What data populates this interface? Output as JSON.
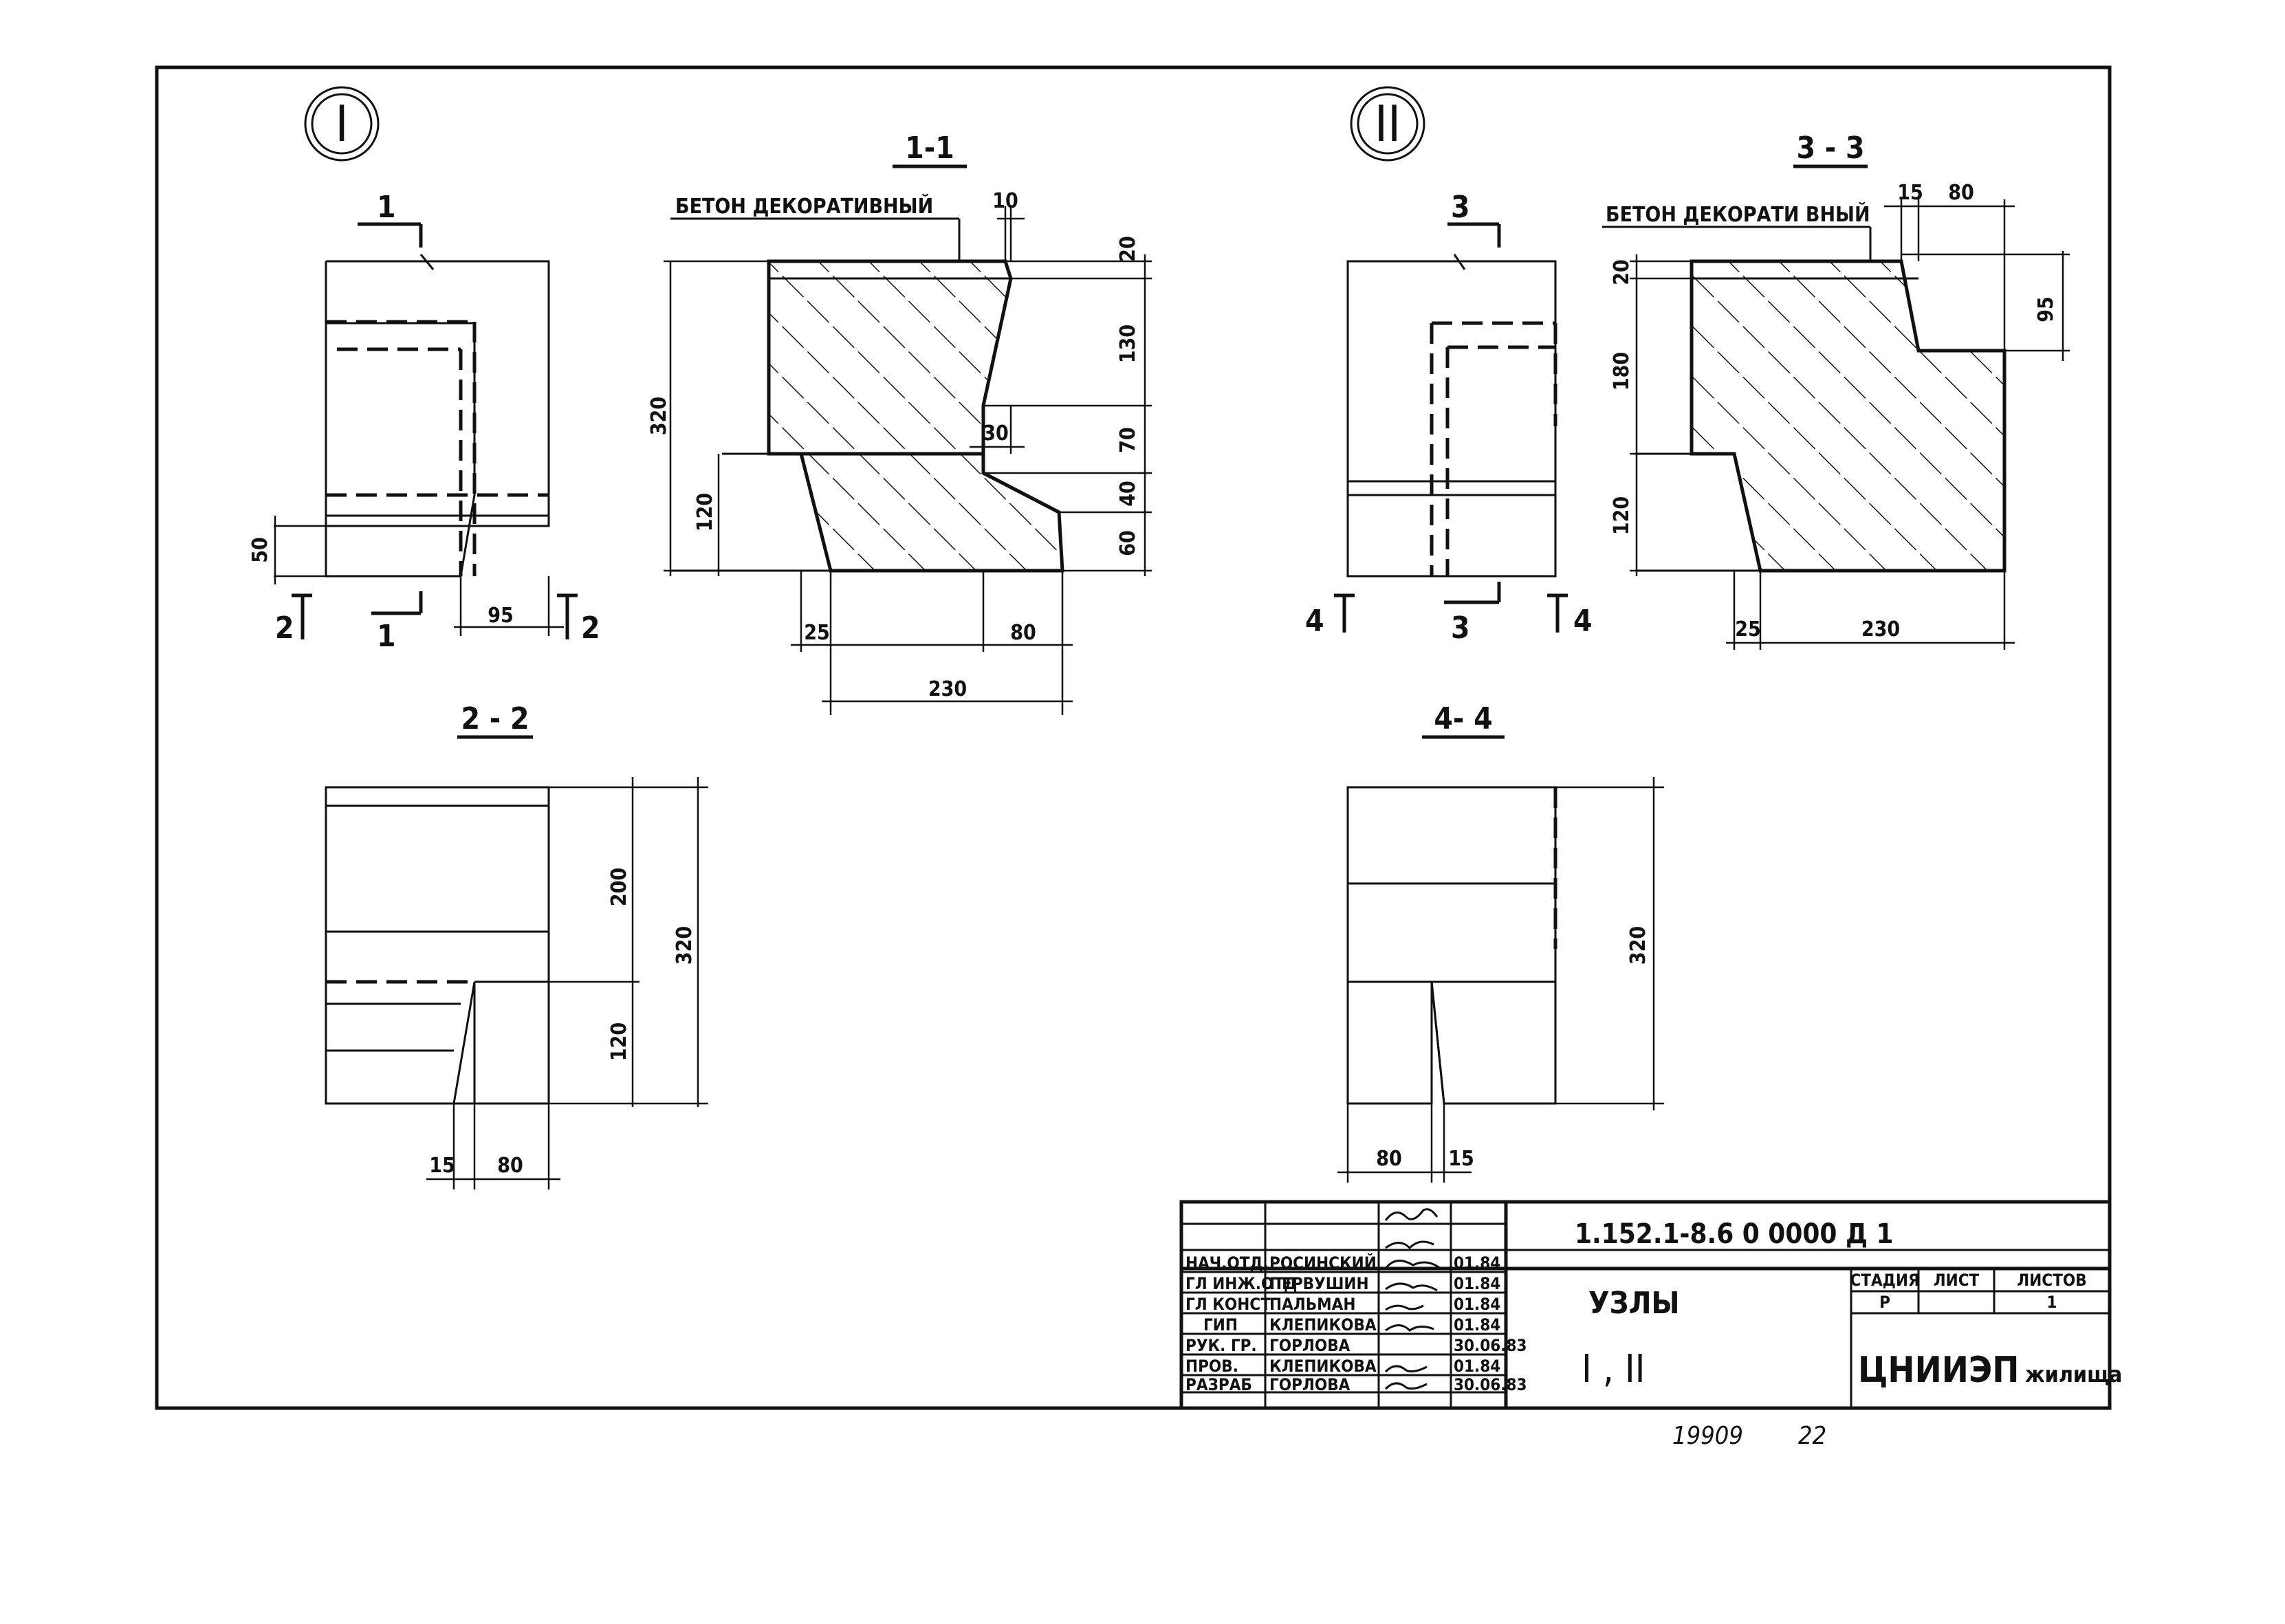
{
  "nodes": {
    "node1": "I",
    "node2": "II"
  },
  "sections": {
    "s11": "1-1",
    "s22": "2 - 2",
    "s33": "3 - 3",
    "s44": "4- 4"
  },
  "cuts": {
    "c1": "1",
    "c2": "2",
    "c3": "3",
    "c4": "4"
  },
  "material_label_1": "БЕТОН ДЕКОРАТИВНЫЙ",
  "material_label_2": "БЕТОН ДЕКОРАТИ ВНЫЙ",
  "dims": {
    "d50": "50",
    "d95": "95",
    "d320": "320",
    "d120": "120",
    "d20": "20",
    "d10": "10",
    "d130": "130",
    "d30": "30",
    "d70": "70",
    "d40": "40",
    "d60": "60",
    "d25": "25",
    "d80": "80",
    "d230": "230",
    "d15": "15",
    "d180": "180",
    "d200": "200"
  },
  "title_block": {
    "doc_code": "1.152.1-8.6 0 0000 Д 1",
    "title_line1": "УЗЛЫ",
    "title_line2": "I , II",
    "stage_header": "СТАДИЯ",
    "sheet_header": "ЛИСТ",
    "sheets_header": "ЛИСТОВ",
    "stage_value": "Р",
    "sheet_value": "",
    "sheets_value": "1",
    "org_name_big": "ЦНИИЭП",
    "org_name_small": "жилища",
    "rows": [
      {
        "role": "НАЧ.ОТД.",
        "name": "РОСИНСКИЙ",
        "date": "01.84"
      },
      {
        "role": "ГЛ ИНЖ.ОТД",
        "name": "ПЕРВУШИН",
        "date": "01.84"
      },
      {
        "role": "ГЛ КОНСТ",
        "name": "ПАЛЬМАН",
        "date": "01.84"
      },
      {
        "role": "ГИП",
        "name": "КЛЕПИКОВА",
        "date": "01.84"
      },
      {
        "role": "РУК. ГР.",
        "name": "ГОРЛОВА",
        "date": "30.06.83"
      },
      {
        "role": "ПРОВ.",
        "name": "КЛЕПИКОВА",
        "date": "01.84"
      },
      {
        "role": "РАЗРАБ",
        "name": "ГОРЛОВА",
        "date": "30.06.83"
      }
    ]
  },
  "footer": {
    "inv": "19909",
    "page": "22"
  }
}
